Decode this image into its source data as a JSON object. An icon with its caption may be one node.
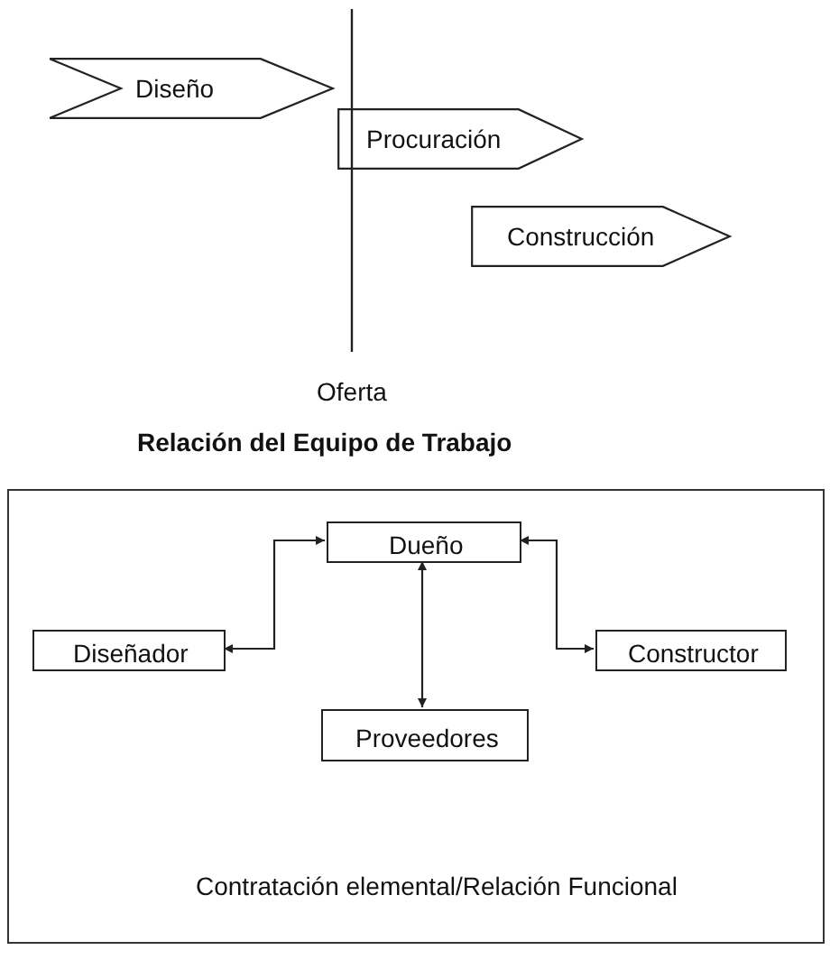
{
  "diagram": {
    "nodes": [
      {
        "text": [
          "Diseño"
        ]
      },
      {
        "text": [
          "Procuración"
        ]
      },
      {
        "text": [
          "Construcción"
        ]
      },
      {
        "text": [
          "Relación del Equipo de Trabajo",
          "Contratación elemental/Relación Funcional"
        ]
      },
      {
        "text": [
          "Dueño"
        ],
        "in": 3
      },
      {
        "text": [
          "Diseñador"
        ],
        "in": 3
      },
      {
        "text": [
          "Constructor"
        ],
        "in": 3
      },
      {
        "text": [
          "Proveedores"
        ],
        "in": 3
      }
    ],
    "edges": [
      {
        "from": 4,
        "to": 5,
        "arrow": "both"
      },
      {
        "from": 4,
        "to": 6,
        "arrow": "both"
      },
      {
        "from": 4,
        "to": 7,
        "arrow": "both"
      }
    ],
    "labels": [
      "Oferta"
    ]
  }
}
